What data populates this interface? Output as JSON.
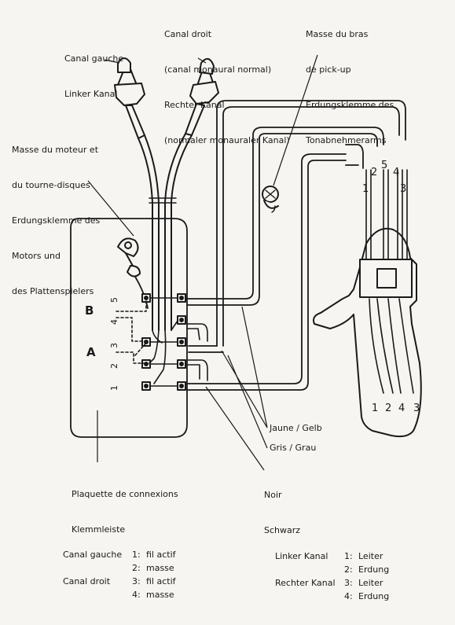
{
  "colors": {
    "ink": "#1a1a1a",
    "paper": "#f6f5f1"
  },
  "labels": {
    "left_channel": [
      "Canal gauche",
      "Linker Kanal"
    ],
    "right_channel": [
      "Canal droit",
      "(canal monaural normal)",
      "Rechter Kanal",
      "(normaler monauraler Kanal)"
    ],
    "arm_ground": [
      "Masse du bras",
      "de pick-up",
      "Erdungsklemme des",
      "Tonabnehmerarms"
    ],
    "motor_ground": [
      "Masse du moteur et",
      "du tourne-disques",
      "Erdungsklemme des",
      "Motors und",
      "des Plattenspielers"
    ],
    "terminal_strip": [
      "Plaquette de connexions",
      "Klemmleiste"
    ],
    "yellow_wire": "Jaune / Gelb",
    "grey_wire": "Gris / Grau",
    "black_wire": [
      "Noir",
      "Schwarz"
    ],
    "marker_b": "B",
    "marker_a": "A"
  },
  "strip_numbers": [
    "5",
    "4",
    "3",
    "2",
    "1"
  ],
  "cartridge_top_numbers": [
    "2",
    "5",
    "4"
  ],
  "cartridge_pin_numbers": [
    "1",
    "3"
  ],
  "cartridge_bottom_numbers": [
    "1",
    "2",
    "4",
    "3"
  ],
  "legend_fr": [
    {
      "channel": "Canal gauche",
      "code": "1:",
      "desc": "fil actif"
    },
    {
      "channel": "",
      "code": "2:",
      "desc": "masse"
    },
    {
      "channel": "Canal droit",
      "code": "3:",
      "desc": "fil actif"
    },
    {
      "channel": "",
      "code": "4:",
      "desc": "masse"
    }
  ],
  "legend_de": [
    {
      "channel": "Linker Kanal",
      "code": "1:",
      "desc": "Leiter"
    },
    {
      "channel": "",
      "code": "2:",
      "desc": "Erdung"
    },
    {
      "channel": "Rechter Kanal",
      "code": "3:",
      "desc": "Leiter"
    },
    {
      "channel": "",
      "code": "4:",
      "desc": "Erdung"
    }
  ]
}
